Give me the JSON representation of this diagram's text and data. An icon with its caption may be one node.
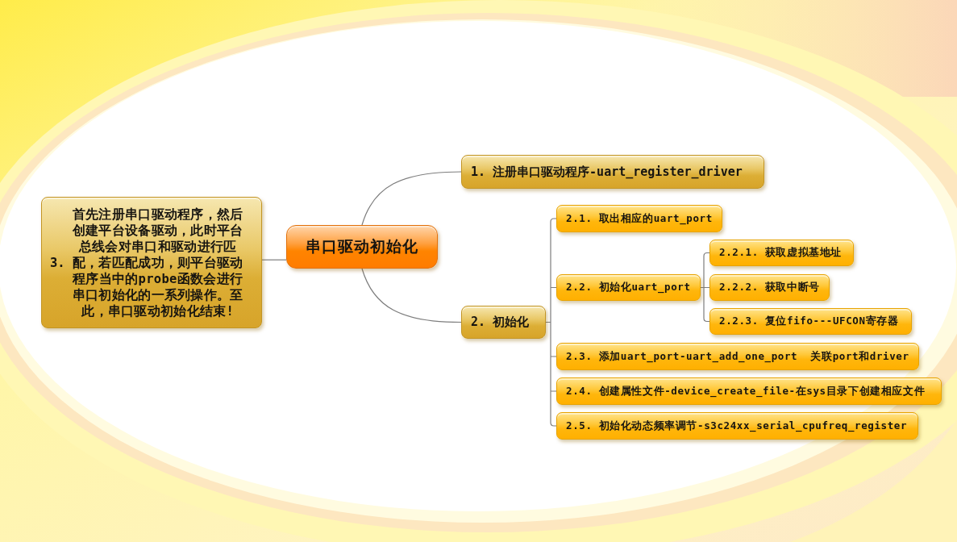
{
  "diagram": {
    "nodes": [
      {
        "text": [
          "串口驱动初始化"
        ]
      },
      {
        "text": [
          "1. 注册串口驱动程序-uart_register_driver"
        ]
      },
      {
        "text": [
          "2. 初始化"
        ]
      },
      {
        "text": [
          "2.1. 取出相应的uart_port"
        ]
      },
      {
        "text": [
          "2.2. 初始化uart_port"
        ]
      },
      {
        "text": [
          "2.2.1. 获取虚拟基地址"
        ]
      },
      {
        "text": [
          "2.2.2. 获取中断号"
        ]
      },
      {
        "text": [
          "2.2.3. 复位fifo---UFCON寄存器"
        ]
      },
      {
        "text": [
          "2.3. 添加uart_port-uart_add_one_port  关联port和driver"
        ]
      },
      {
        "text": [
          "2.4. 创建属性文件-device_create_file-在sys目录下创建相应文件"
        ]
      },
      {
        "text": [
          "2.5. 初始化动态频率调节-s3c24xx_serial_cpufreq_register"
        ]
      },
      {
        "text": [
          "3.",
          "首先注册串口驱动程序，然后创建平台设备驱动，此时平台总线会对串口和驱动进行匹配，若匹配成功，则平台驱动程序当中的probe函数会进行串口初始化的一系列操作。至此，串口驱动初始化结束!"
        ]
      }
    ],
    "edges": [
      {
        "from": 0,
        "to": 1,
        "arrow": "none"
      },
      {
        "from": 0,
        "to": 2,
        "arrow": "none"
      },
      {
        "from": 2,
        "to": 3,
        "arrow": "none"
      },
      {
        "from": 2,
        "to": 4,
        "arrow": "none"
      },
      {
        "from": 4,
        "to": 5,
        "arrow": "none"
      },
      {
        "from": 4,
        "to": 6,
        "arrow": "none"
      },
      {
        "from": 4,
        "to": 7,
        "arrow": "none"
      },
      {
        "from": 2,
        "to": 8,
        "arrow": "none"
      },
      {
        "from": 2,
        "to": 9,
        "arrow": "none"
      },
      {
        "from": 2,
        "to": 10,
        "arrow": "none"
      },
      {
        "from": 0,
        "to": 11,
        "arrow": "none"
      }
    ]
  }
}
